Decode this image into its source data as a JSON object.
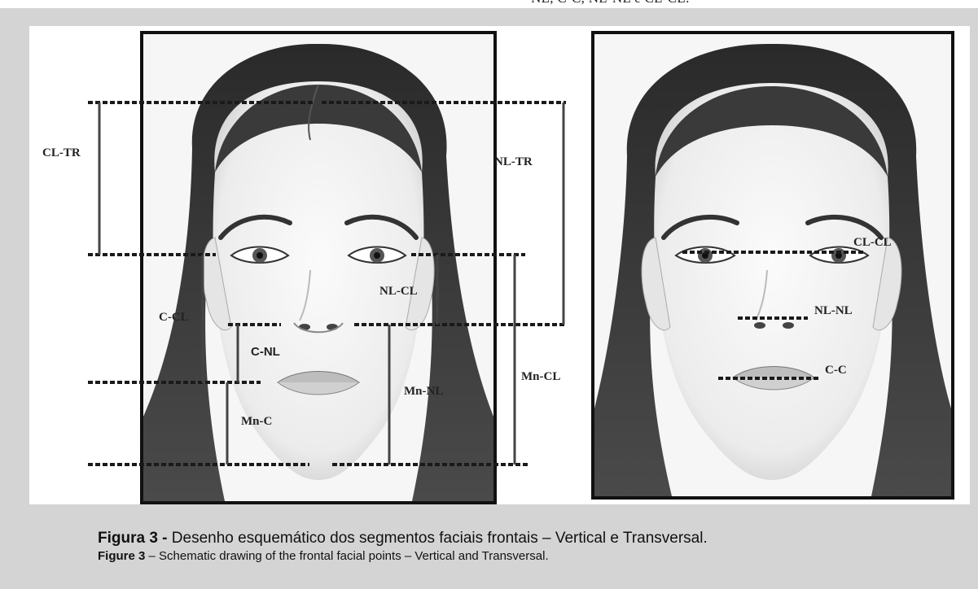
{
  "header": {
    "text": "NL, C-C, NL-NL e CL-CL."
  },
  "figure": {
    "left_labels": {
      "cl_tr": "CL-TR",
      "nl_tr": "NL-TR",
      "nl_cl": "NL-CL",
      "c_cl": "C-CL",
      "c_nl": "C-NL",
      "mn_nl": "Mn-NL",
      "mn_cl": "Mn-CL",
      "mn_c": "Mn-C"
    },
    "right_labels": {
      "cl_cl": "CL-CL",
      "nl_nl": "NL-NL",
      "c_c": "C-C"
    }
  },
  "caption": {
    "pt_label": "Figura 3 - ",
    "pt_text": "Desenho esquemático dos segmentos faciais frontais – Vertical e Transversal.",
    "en_label": "Figure 3",
    "en_text": " – Schematic drawing of the frontal facial points – Vertical and Transversal."
  }
}
